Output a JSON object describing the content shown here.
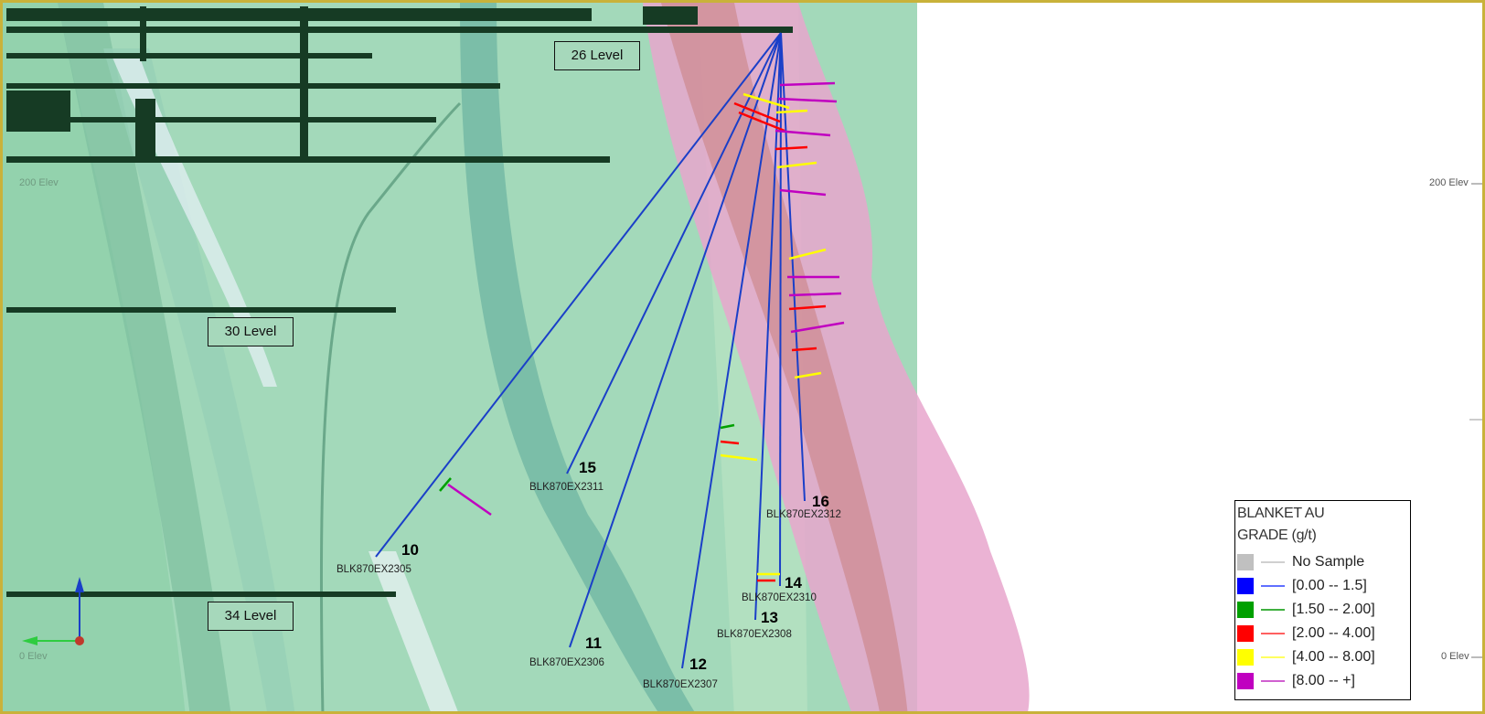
{
  "levels": [
    "26 Level",
    "30 Level",
    "34 Level"
  ],
  "elevations": {
    "e200_right": "200 Elev",
    "e200_left": "200 Elev",
    "e0_right": "0 Elev",
    "e0_left": "0 Elev"
  },
  "holes": [
    {
      "num": "10",
      "id": "BLK870EX2305"
    },
    {
      "num": "11",
      "id": "BLK870EX2306"
    },
    {
      "num": "12",
      "id": "BLK870EX2307"
    },
    {
      "num": "13",
      "id": "BLK870EX2308"
    },
    {
      "num": "14",
      "id": "BLK870EX2310"
    },
    {
      "num": "15",
      "id": "BLK870EX2311"
    },
    {
      "num": "16",
      "id": "BLK870EX2312"
    }
  ],
  "legend": {
    "title_line1": "BLANKET AU",
    "title_line2": "GRADE (g/t)",
    "items": [
      {
        "label": "No Sample",
        "color": "#c0c0c0"
      },
      {
        "label": "[0.00 -- 1.5]",
        "color": "#0000ff"
      },
      {
        "label": "[1.50 -- 2.00]",
        "color": "#00a000"
      },
      {
        "label": "[2.00 -- 4.00]",
        "color": "#ff0000"
      },
      {
        "label": "[4.00 -- 8.00]",
        "color": "#ffff00"
      },
      {
        "label": "[8.00 -- +]",
        "color": "#c000c0"
      }
    ]
  },
  "colors": {
    "drillhole": "#1a3fc8",
    "workings": "#163b24",
    "orebody_pink": "#e8a6cc",
    "host_green": "#9fd7b8"
  }
}
